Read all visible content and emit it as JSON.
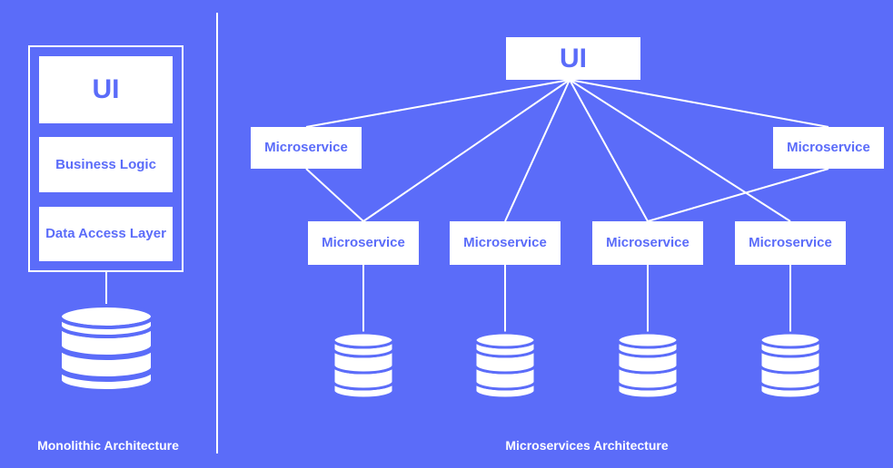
{
  "colors": {
    "background": "#5b6cf9",
    "foreground": "#ffffff"
  },
  "monolith": {
    "ui": "UI",
    "business_logic": "Business Logic",
    "data_access": "Data Access Layer",
    "caption": "Monolithic Architecture",
    "database_icon": "database-icon"
  },
  "microservices": {
    "ui": "UI",
    "service_label": "Microservice",
    "caption": "Microservices Architecture",
    "database_icon": "database-icon"
  }
}
